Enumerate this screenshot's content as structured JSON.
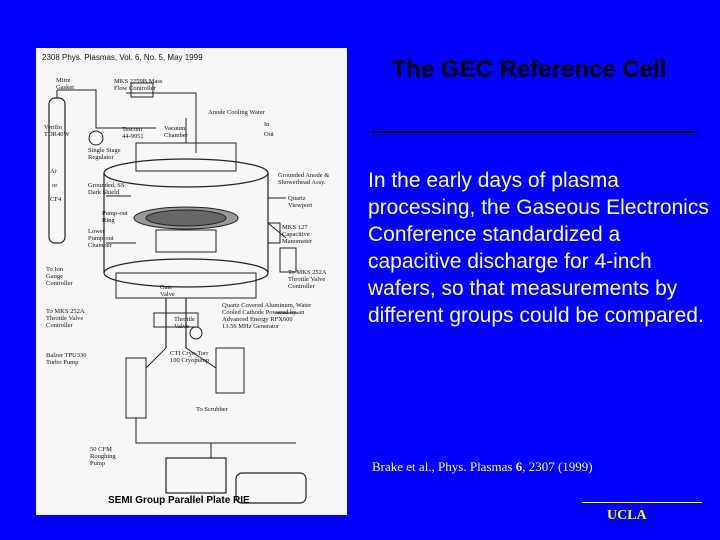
{
  "slide": {
    "title": "The GEC Reference Cell",
    "body": "In the early days of plasma processing, the Gaseous Electronics Conference standardized a capacitive discharge for 4-inch wafers, so that measurements by  different groups could be compared.",
    "citation": {
      "prefix": "Brake et al., Phys. Plasmas ",
      "volume": "6",
      "suffix": ", 2307 (1999)"
    },
    "footer": "UCLA"
  },
  "figure": {
    "header": "2308    Phys. Plasmas, Vol. 6, No. 5, May 1999",
    "caption": "SEMI Group Parallel Plate RIE",
    "labels": {
      "mitre_gasket": "Mitre\nGasket",
      "mks_controller": "MKS 2259B Mass\nFlow Controller",
      "verifio": "Verifio\nTDR40W",
      "tescom": "Tescom\n44-9951",
      "vacuum_chamber": "Vacuum\nChamber",
      "anode_cooling": "Anode Cooling Water",
      "in": "In",
      "out": "Out",
      "ar": "Ar",
      "or": "or",
      "cf4": "CF4",
      "regulator": "Single Stage\nRegulator",
      "grounded_dark": "Grounded, SS\nDark Shield",
      "grounded_anode": "Grounded Anode &\nShowerhead Assy.",
      "pump_out_ring": "Pump-out\nRing",
      "quartz_viewport": "Quartz\nViewport",
      "lower_chamber": "Lower\nPump-out\nChamber",
      "mks_manometer": "MKS 127\nCapacitive\nManometer",
      "to_ion_gauge": "To Ion\nGauge\nController",
      "to_mks_252a": "To MKS 252A\nThrottle Valve\nController",
      "gate_valve": "Gate\nValve",
      "quartz_cathode": "Quartz Covered Aluminum, Water\nCooled Cathode Powered by an\nAdvanced Energy RFX600\n13.56 MHz Generator",
      "to_mks_throttle": "To MKS 252A\nThrottle Valve\nController",
      "throttle_valve": "Throttle\nValve",
      "balzer": "Balzer TPU330\nTurbo Pump",
      "cti": "CTI Cryo-Torr\n100 Cryopump",
      "to_scrubber": "To Scrubber",
      "roughing": "50 CFM\nRoughing\nPump"
    }
  }
}
